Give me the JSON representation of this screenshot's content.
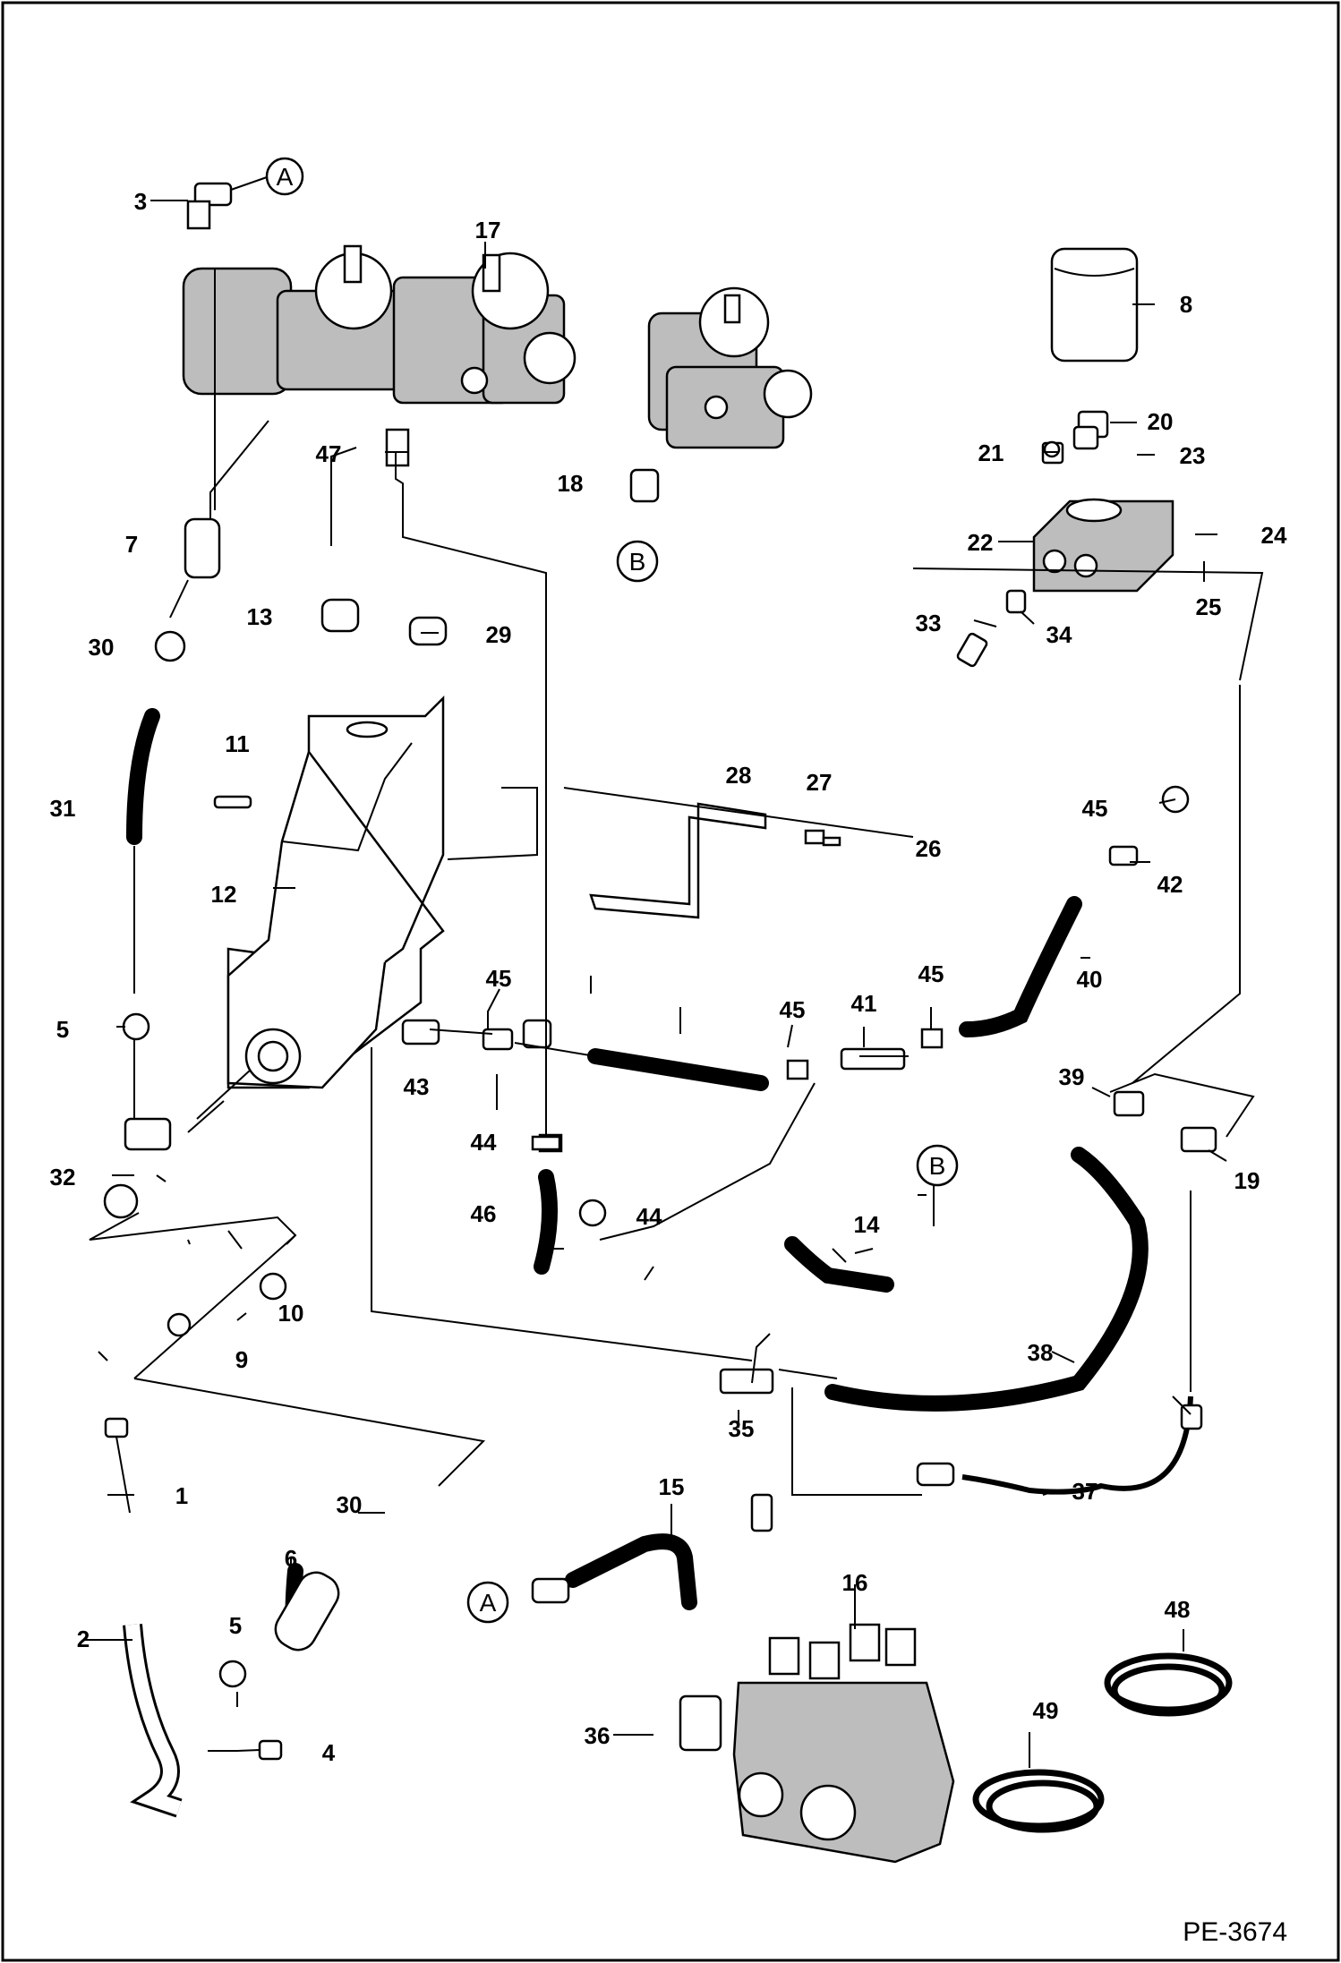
{
  "diagram": {
    "drawing_code": "PE-3674",
    "refs": [
      "A",
      "B",
      "A",
      "B"
    ],
    "labels": [
      "1",
      "2",
      "3",
      "4",
      "5",
      "5",
      "6",
      "7",
      "8",
      "9",
      "10",
      "11",
      "12",
      "13",
      "14",
      "15",
      "16",
      "17",
      "18",
      "19",
      "20",
      "21",
      "22",
      "23",
      "24",
      "25",
      "26",
      "27",
      "28",
      "29",
      "30",
      "30",
      "31",
      "32",
      "33",
      "34",
      "35",
      "36",
      "37",
      "38",
      "39",
      "40",
      "41",
      "42",
      "43",
      "44",
      "44",
      "45",
      "45",
      "45",
      "45",
      "46",
      "47",
      "48",
      "49"
    ]
  }
}
